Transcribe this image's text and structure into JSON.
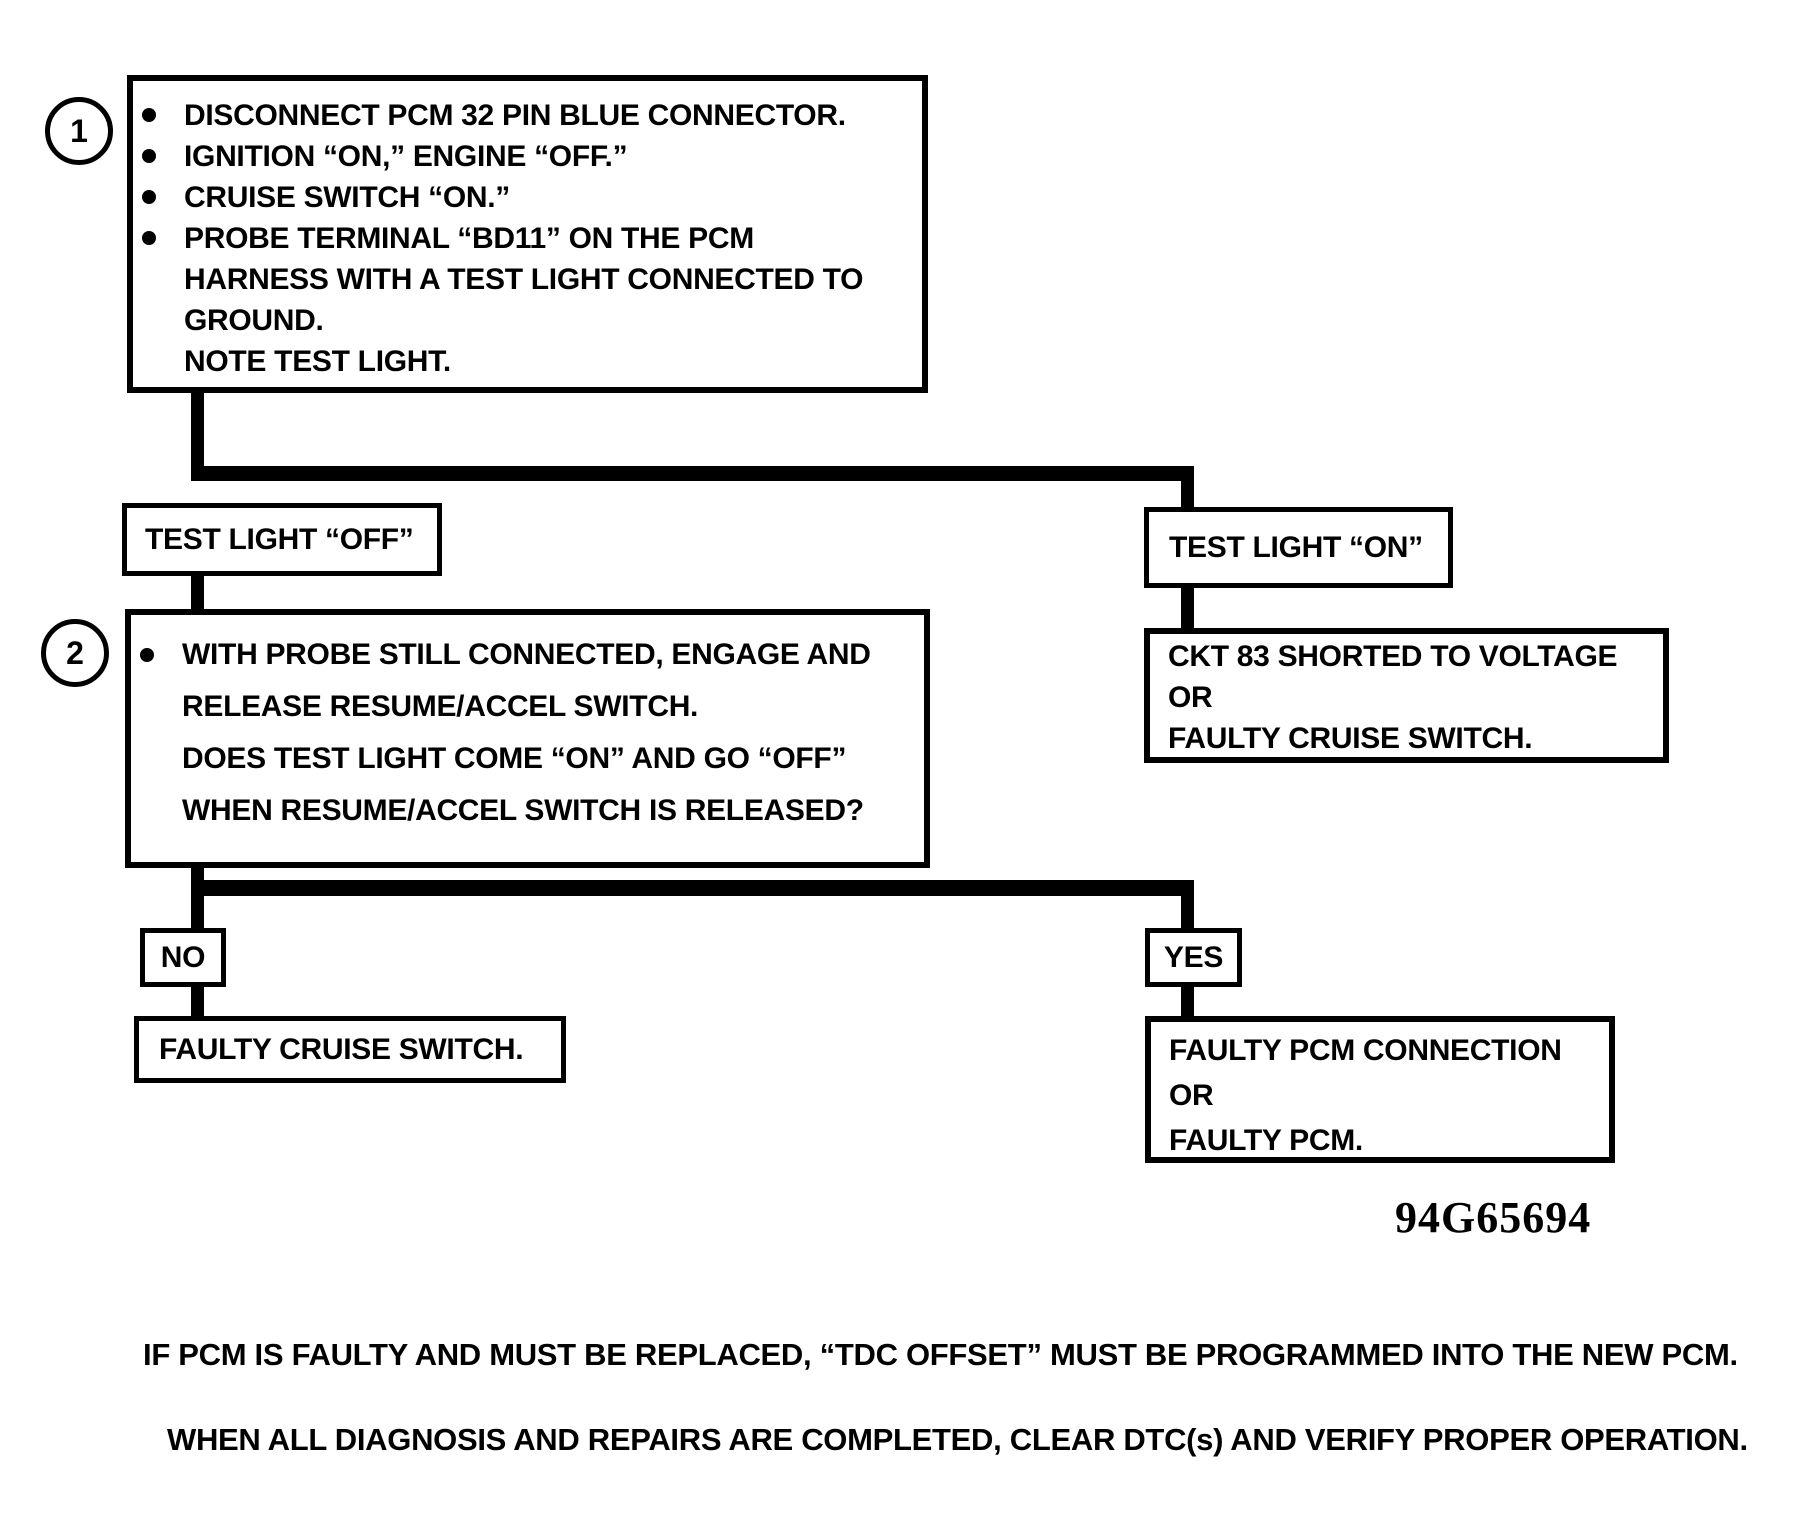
{
  "palette": {
    "ink": "#000000",
    "paper": "#ffffff"
  },
  "flowchart": {
    "step1": {
      "number": "1",
      "items": [
        "DISCONNECT PCM 32 PIN BLUE CONNECTOR.",
        "IGNITION “ON,” ENGINE “OFF.”",
        "CRUISE SWITCH “ON.”",
        "PROBE TERMINAL “BD11” ON THE PCM\nHARNESS WITH A TEST LIGHT CONNECTED TO\nGROUND.\nNOTE TEST LIGHT."
      ]
    },
    "branch1": {
      "left": "TEST LIGHT “OFF”",
      "right": "TEST LIGHT “ON”"
    },
    "step2": {
      "number": "2",
      "items": [
        "WITH PROBE STILL CONNECTED, ENGAGE AND\nRELEASE RESUME/ACCEL SWITCH.\nDOES TEST LIGHT COME “ON” AND GO “OFF”\nWHEN RESUME/ACCEL SWITCH IS RELEASED?"
      ]
    },
    "right_result": "CKT 83 SHORTED TO VOLTAGE\nOR\nFAULTY CRUISE SWITCH.",
    "branch2": {
      "left": "NO",
      "right": "YES"
    },
    "no_result": "FAULTY CRUISE SWITCH.",
    "yes_result": "FAULTY PCM CONNECTION\nOR\nFAULTY PCM."
  },
  "figure_code": "94G65694",
  "footnotes": [
    "IF PCM IS FAULTY AND MUST BE REPLACED, “TDC OFFSET” MUST BE PROGRAMMED INTO THE NEW PCM.",
    "WHEN ALL DIAGNOSIS AND REPAIRS ARE COMPLETED, CLEAR DTC(s) AND VERIFY PROPER OPERATION."
  ]
}
